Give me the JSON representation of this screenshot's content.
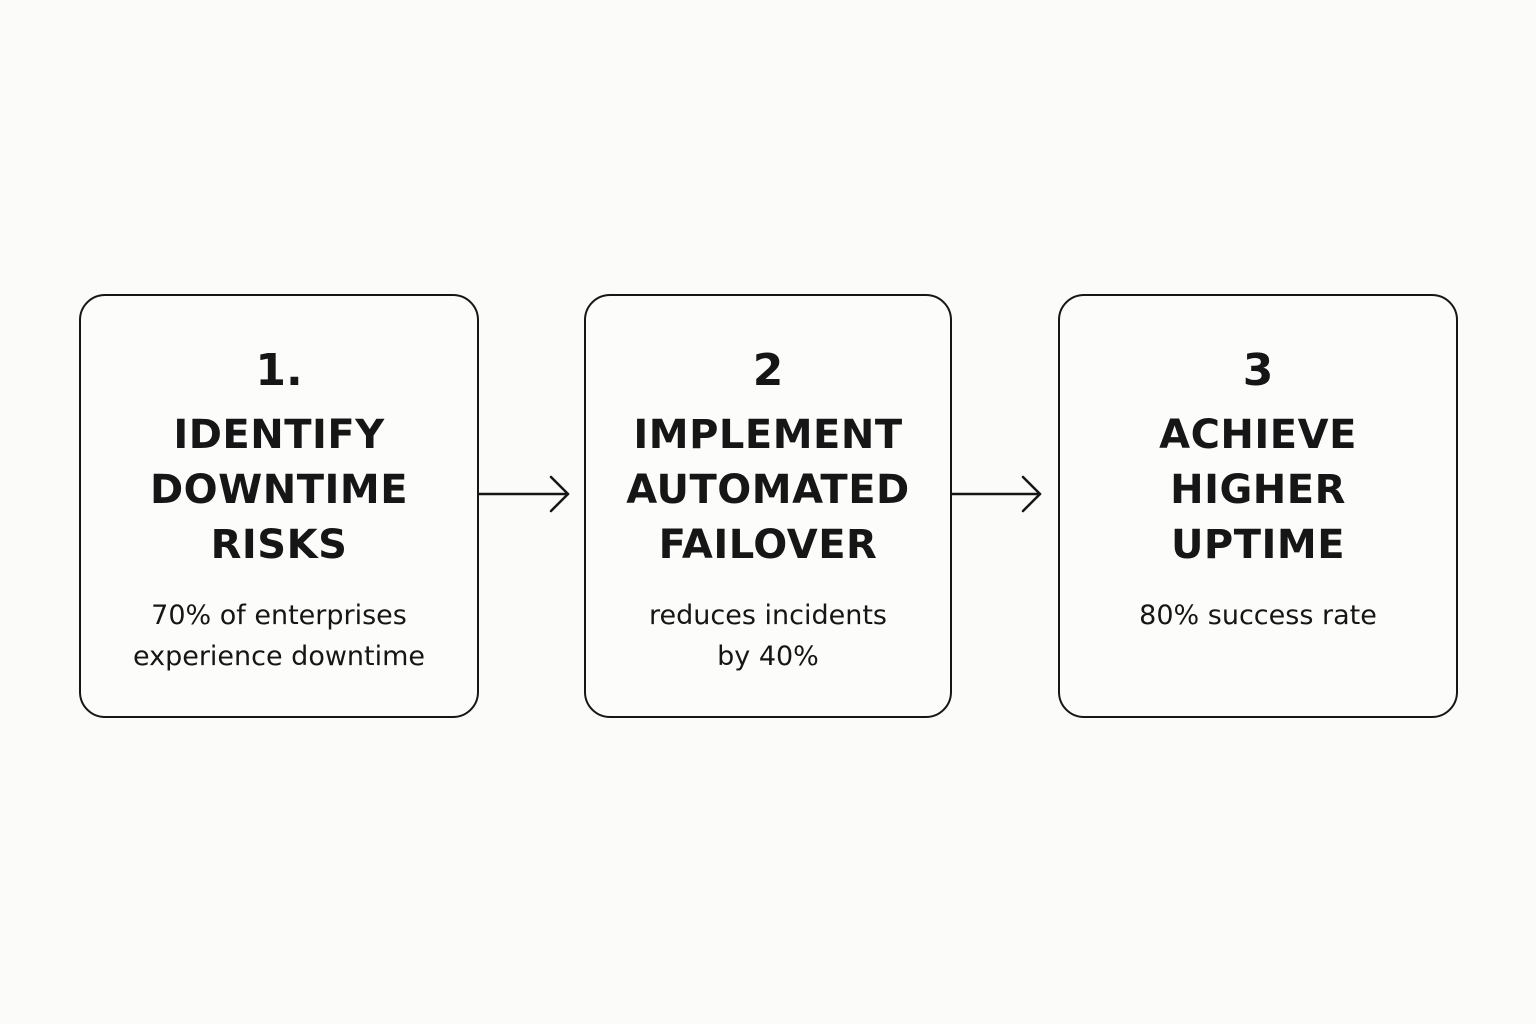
{
  "steps": [
    {
      "number": "1.",
      "title_lines": [
        "IDENTIFY",
        "DOWNTIME",
        "RISKS"
      ],
      "description_lines": [
        "70% of enterprises",
        "experience downtime"
      ]
    },
    {
      "number": "2",
      "title_lines": [
        "IMPLEMENT",
        "AUTOMATED",
        "FAILOVER"
      ],
      "description_lines": [
        "reduces incidents",
        "by 40%"
      ]
    },
    {
      "number": "3",
      "title_lines": [
        "ACHIEVE",
        "HIGHER",
        "UPTIME"
      ],
      "description_lines": [
        "80% success rate"
      ]
    }
  ],
  "arrows": [
    {
      "icon": "arrow-right-icon",
      "from": "1.",
      "to": "2"
    },
    {
      "icon": "arrow-right-icon",
      "from": "2",
      "to": "3"
    }
  ],
  "colors": {
    "background": "#fbfbf9",
    "ink": "#161616"
  }
}
